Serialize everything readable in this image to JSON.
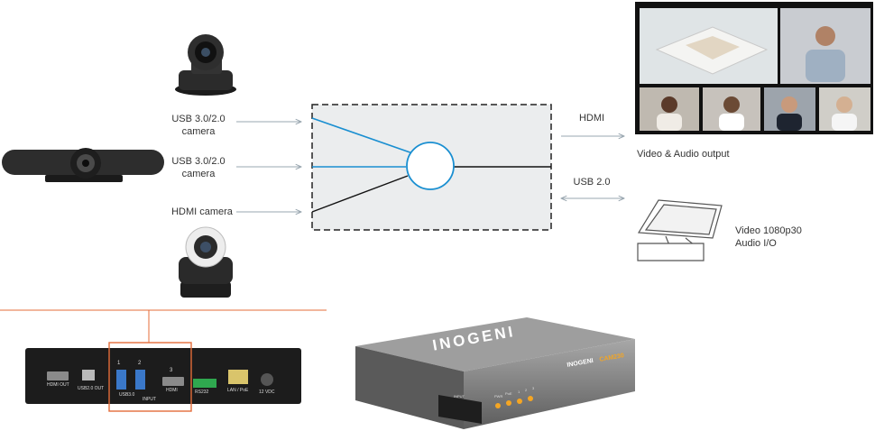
{
  "inputs": {
    "usb_camera_1": [
      "USB 3.0/2.0",
      "camera"
    ],
    "usb_camera_2": [
      "USB 3.0/2.0",
      "camera"
    ],
    "hdmi_camera": "HDMI camera"
  },
  "outputs": {
    "hdmi_link": "HDMI",
    "hdmi_caption": "Video & Audio output",
    "usb_link": "USB 2.0",
    "usb_caption": [
      "Video 1080p30",
      "Audio I/O"
    ]
  },
  "rear_panel": {
    "labels": [
      "HDMI OUT",
      "USB2.0 OUT",
      "USB3.0",
      "INPUT",
      "HDMI",
      "RS232",
      "LAN / PoE",
      "12 VDC"
    ],
    "port_numbers": [
      "1",
      "2",
      "3"
    ]
  },
  "device": {
    "brand": "INOGENI",
    "model": "CAM230",
    "front_labels": [
      "INPUT",
      "PWR",
      "PoE",
      "1",
      "2",
      "3"
    ]
  },
  "colors": {
    "accent_blue": "#1a8fd1",
    "highlight_orange": "#e46c3a",
    "arrow_grey": "#9aa7b0"
  }
}
